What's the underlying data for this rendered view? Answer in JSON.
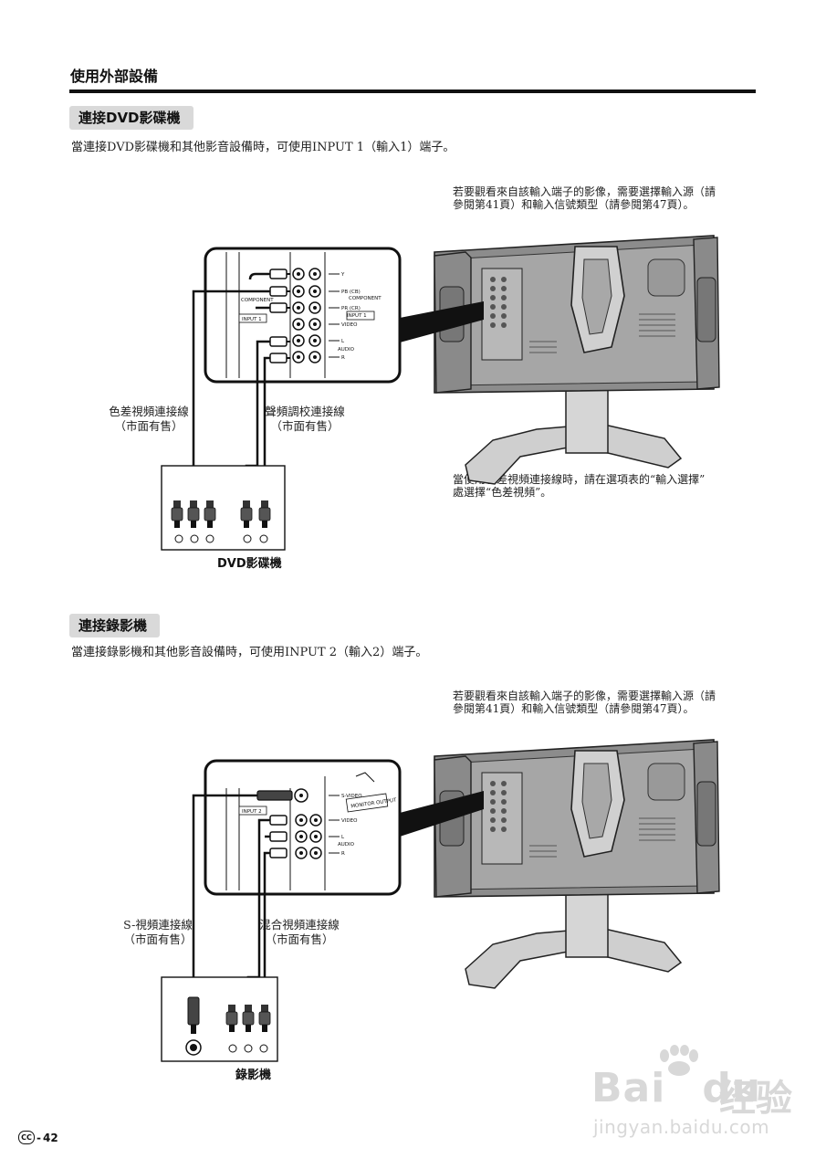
{
  "page": {
    "header": "使用外部設備",
    "number": "42",
    "page_mark": "CC"
  },
  "sections": [
    {
      "title": "連接DVD影碟機",
      "intro": "當連接DVD影碟機和其他影音設備時，可使用INPUT 1（輸入1）端子。",
      "note_top": [
        "若要觀看來自該輸入端子的影像，需要選擇輸入源（請",
        "參閱第41頁）和輸入信號類型（請參閱第47頁）。"
      ],
      "note_bottom": [
        "當使用色差視頻連接線時，請在選項表的“輸入選擇”",
        "處選擇“色差視頻”。"
      ],
      "cable_left": [
        "色差視頻連接線",
        "（市面有售）"
      ],
      "cable_right": [
        "聲頻調校連接線",
        "（市面有售）"
      ],
      "device": "DVD影碟機",
      "panel_labels": [
        "Y",
        "PB (CB)",
        "PR (CR)",
        "COMPONENT",
        "INPUT 1",
        "VIDEO",
        "L",
        "AUDIO",
        "R"
      ]
    },
    {
      "title": "連接錄影機",
      "intro": "當連接錄影機和其他影音設備時，可使用INPUT 2（輸入2）端子。",
      "note_top": [
        "若要觀看來自該輸入端子的影像，需要選擇輸入源（請",
        "參閱第41頁）和輸入信號類型（請參閱第47頁）。"
      ],
      "cable_left": [
        "S-視頻連接線",
        "（市面有售）"
      ],
      "cable_right": [
        "混合視頻連接線",
        "（市面有售）"
      ],
      "device": "錄影機",
      "panel_labels": [
        "S-VIDEO",
        "INPUT 2",
        "MONITOR OUTPUT",
        "VIDEO",
        "L",
        "AUDIO",
        "R"
      ]
    }
  ],
  "watermark": {
    "brand_left": "Bai",
    "brand_right": "du",
    "brand_cn": "经验",
    "url": "jingyan.baidu.com"
  },
  "colors": {
    "ink": "#111111",
    "tab_bg": "#d9d9d9",
    "tv_body": "#9a9a9a",
    "watermark": "#d8d8d8"
  }
}
